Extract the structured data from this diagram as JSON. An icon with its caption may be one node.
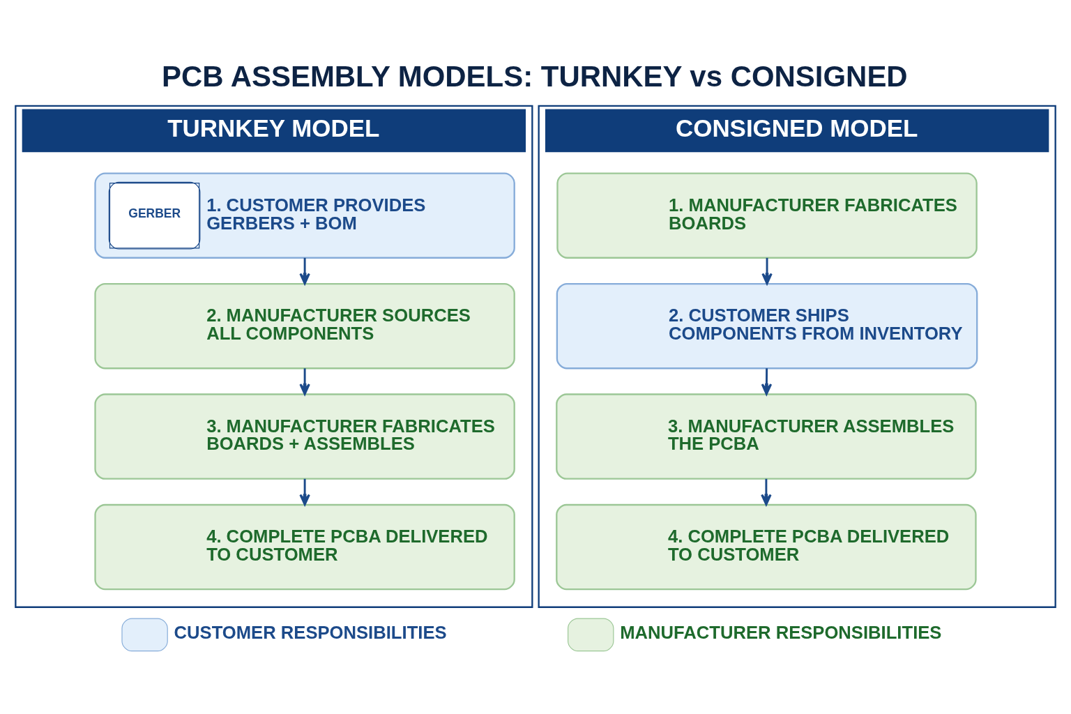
{
  "diagram": {
    "title": "PCB ASSEMBLY MODELS: TURNKEY vs CONSIGNED",
    "nodes": [
      {
        "text": [
          "TURNKEY MODEL"
        ]
      },
      {
        "text": [
          "GERBER",
          "1. CUSTOMER PROVIDES GERBERS + BOM"
        ],
        "in": 0
      },
      {
        "text": [
          "2. MANUFACTURER SOURCES ALL COMPONENTS"
        ],
        "in": 0
      },
      {
        "text": [
          "3. MANUFACTURER FABRICATES BOARDS + ASSEMBLES"
        ],
        "in": 0
      },
      {
        "text": [
          "4. COMPLETE PCBA DELIVERED TO CUSTOMER"
        ],
        "in": 0
      },
      {
        "text": [
          "CONSIGNED MODEL"
        ]
      },
      {
        "text": [
          "1. MANUFACTURER FABRICATES BOARDS"
        ],
        "in": 5
      },
      {
        "text": [
          "2. CUSTOMER SHIPS COMPONENTS FROM INVENTORY"
        ],
        "in": 5
      },
      {
        "text": [
          "3. MANUFACTURER ASSEMBLES THE PCBA"
        ],
        "in": 5
      },
      {
        "text": [
          "4. COMPLETE PCBA DELIVERED TO CUSTOMER"
        ],
        "in": 5
      }
    ],
    "edges": [
      {
        "from": 1,
        "to": 2,
        "arrow": "to"
      },
      {
        "from": 2,
        "to": 3,
        "arrow": "to"
      },
      {
        "from": 3,
        "to": 4,
        "arrow": "to"
      },
      {
        "from": 6,
        "to": 7,
        "arrow": "to"
      },
      {
        "from": 7,
        "to": 8,
        "arrow": "to"
      },
      {
        "from": 8,
        "to": 9,
        "arrow": "to"
      }
    ],
    "legend": [
      {
        "text": "CUSTOMER RESPONSIBILITIES",
        "color": "#e3effb"
      },
      {
        "text": "MANUFACTURER RESPONSIBILITIES",
        "color": "#e6f2e0"
      }
    ]
  }
}
